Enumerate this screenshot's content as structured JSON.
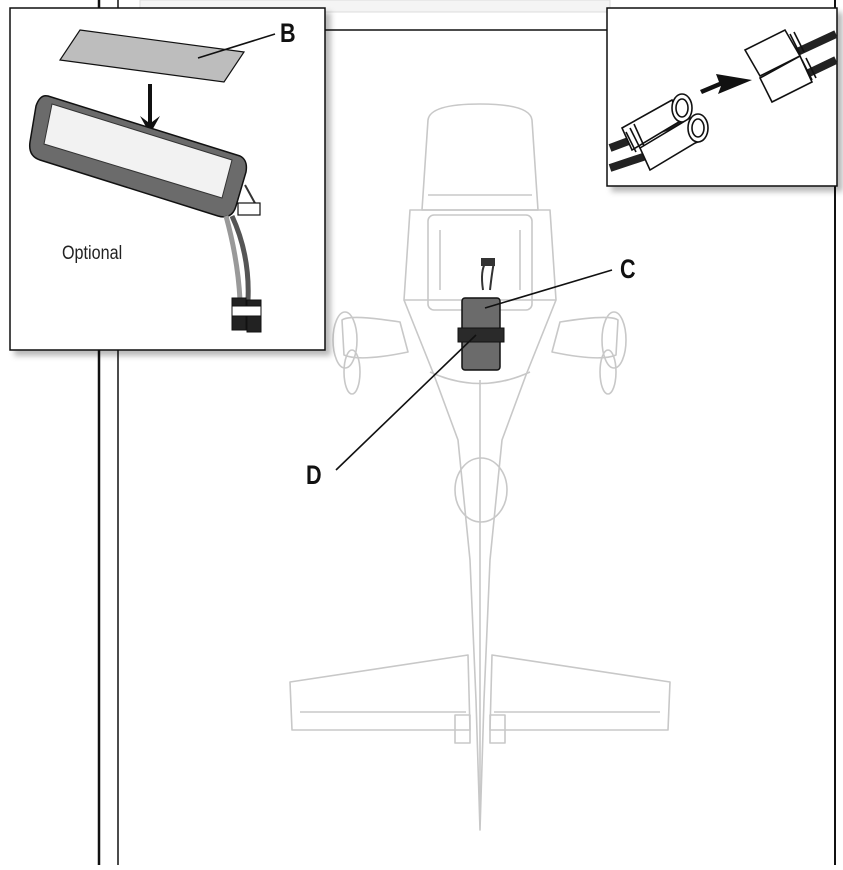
{
  "labels": {
    "b": "B",
    "c": "C",
    "d": "D",
    "optional": "Optional"
  },
  "icons": {
    "aircraft": "aircraft-top-view-icon",
    "battery": "battery-pack-icon",
    "connector": "battery-connector-icon",
    "hook_loop_tape": "hook-and-loop-tape-icon",
    "arrow": "arrow-icon"
  },
  "colors": {
    "outline": "#111111",
    "aircraft_line": "#c8c8c8",
    "battery_body": "#6b6b6b",
    "strap": "#2a2a2a",
    "tape": "#bdbdbd"
  }
}
